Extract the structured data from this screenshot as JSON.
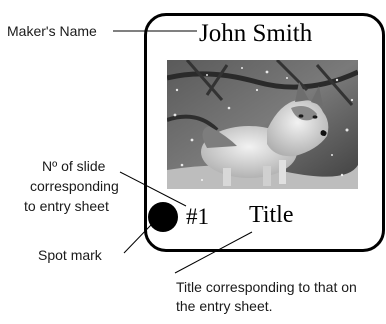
{
  "labels": {
    "maker_name": "Maker's Name",
    "slide_no_line1": "Nº of slide",
    "slide_no_line2": "corresponding",
    "slide_no_line3": "to entry sheet",
    "spot_mark": "Spot mark",
    "title_note_line1": "Title corresponding to that on",
    "title_note_line2": "the entry sheet."
  },
  "slide": {
    "maker": "John Smith",
    "number": "#1",
    "title": "Title",
    "photo_subject": "wolf-in-snow"
  },
  "colors": {
    "ink": "#000000",
    "label_text": "#1a1a1a",
    "background": "#ffffff"
  }
}
